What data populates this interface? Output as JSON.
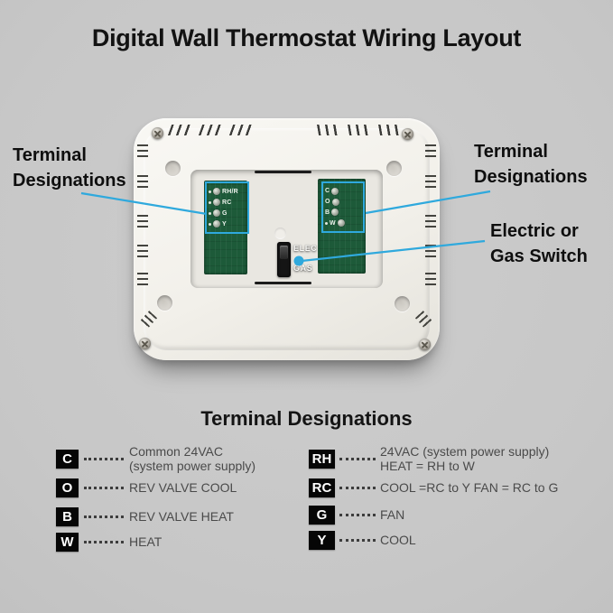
{
  "title": "Digital Wall Thermostat Wiring Layout",
  "colors": {
    "accent": "#2fa9dd",
    "pcb_green": "#1d5a39",
    "background": "#c9c9c9"
  },
  "callouts": {
    "left_terminals": {
      "line1": "Terminal",
      "line2": "Designations"
    },
    "right_terminals": {
      "line1": "Terminal",
      "line2": "Designations"
    },
    "gas_switch": {
      "line1": "Electric or",
      "line2": "Gas Switch"
    }
  },
  "thermostat": {
    "left_block_terminals": [
      "RH/R",
      "RC",
      "G",
      "Y"
    ],
    "right_block_terminals": [
      "C",
      "O",
      "B",
      "W"
    ],
    "switch": {
      "top_label": "ELEC",
      "bottom_label": "GAS"
    }
  },
  "legend": {
    "heading": "Terminal Designations",
    "left": [
      {
        "key": "C",
        "line1": "Common 24VAC",
        "line2": "(system power supply)"
      },
      {
        "key": "O",
        "line1": "REV VALVE COOL",
        "line2": ""
      },
      {
        "key": "B",
        "line1": "REV VALVE HEAT",
        "line2": ""
      },
      {
        "key": "W",
        "line1": "HEAT",
        "line2": ""
      }
    ],
    "right": [
      {
        "key": "RH",
        "line1": "24VAC (system power supply)",
        "line2": "HEAT = RH to W"
      },
      {
        "key": "RC",
        "line1": "COOL =RC to Y FAN = RC to G",
        "line2": ""
      },
      {
        "key": "G",
        "line1": "FAN",
        "line2": ""
      },
      {
        "key": "Y",
        "line1": "COOL",
        "line2": ""
      }
    ]
  }
}
